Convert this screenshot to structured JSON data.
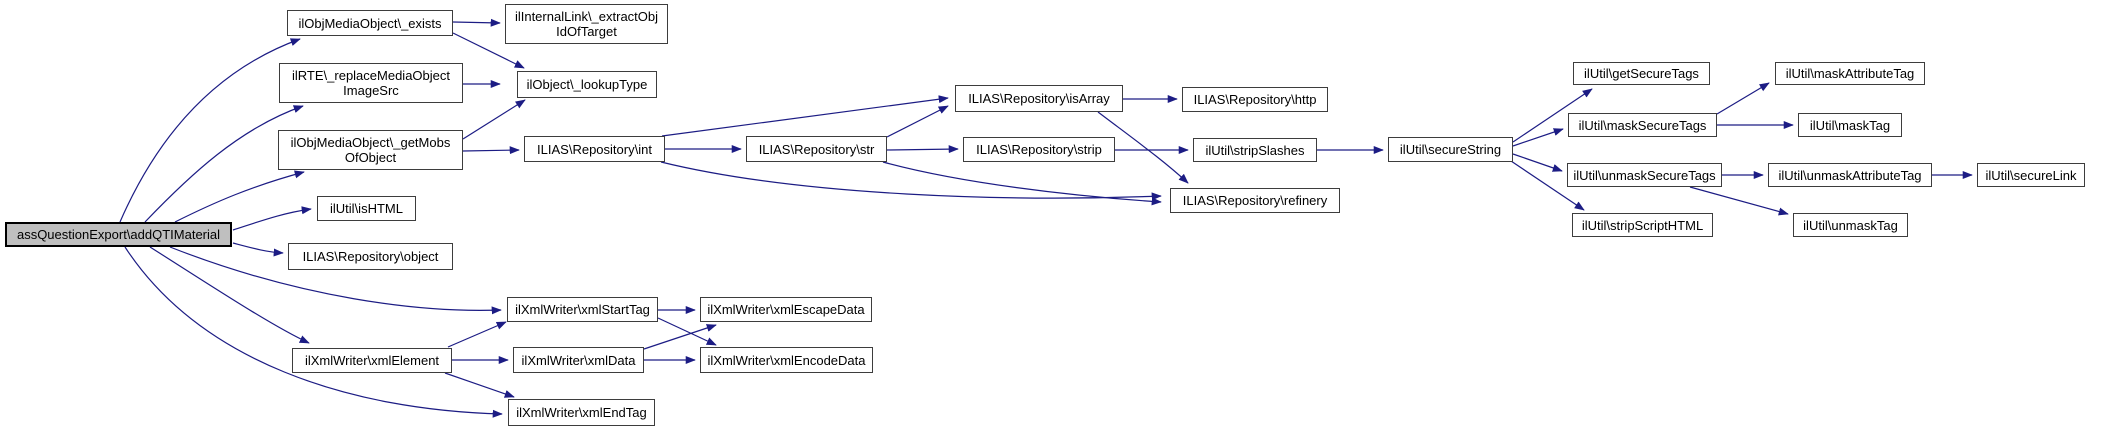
{
  "diagram": {
    "type": "call-graph",
    "colors": {
      "edge": "#1c1c84",
      "node_border": "#3d3d3d",
      "node_fill": "#ffffff",
      "root_fill": "#bfbfbf",
      "background": "#ffffff"
    },
    "nodes": {
      "root": {
        "label": "assQuestionExport\\addQTIMaterial"
      },
      "exists": {
        "label": "ilObjMediaObject\\_exists"
      },
      "replaceMediaObjectImageSrc": {
        "label": "ilRTE\\_replaceMediaObject",
        "label2": "ImageSrc"
      },
      "getMobsOfObject": {
        "label": "ilObjMediaObject\\_getMobs",
        "label2": "OfObject"
      },
      "isHtml": {
        "label": "ilUtil\\isHTML"
      },
      "object": {
        "label": "ILIAS\\Repository\\object"
      },
      "xmlElement": {
        "label": "ilXmlWriter\\xmlElement"
      },
      "xmlStartTag": {
        "label": "ilXmlWriter\\xmlStartTag"
      },
      "xmlData": {
        "label": "ilXmlWriter\\xmlData"
      },
      "xmlEndTag": {
        "label": "ilXmlWriter\\xmlEndTag"
      },
      "xmlEscapeData": {
        "label": "ilXmlWriter\\xmlEscapeData"
      },
      "xmlEncodeData": {
        "label": "ilXmlWriter\\xmlEncodeData"
      },
      "extractObjIdOfTarget": {
        "label": "ilInternalLink\\_extractObj",
        "label2": "IdOfTarget"
      },
      "lookupType": {
        "label": "ilObject\\_lookupType"
      },
      "int": {
        "label": "ILIAS\\Repository\\int"
      },
      "str": {
        "label": "ILIAS\\Repository\\str"
      },
      "isArray": {
        "label": "ILIAS\\Repository\\isArray"
      },
      "strip": {
        "label": "ILIAS\\Repository\\strip"
      },
      "http": {
        "label": "ILIAS\\Repository\\http"
      },
      "stripSlashes": {
        "label": "ilUtil\\stripSlashes"
      },
      "refinery": {
        "label": "ILIAS\\Repository\\refinery"
      },
      "secureString": {
        "label": "ilUtil\\secureString"
      },
      "getSecureTags": {
        "label": "ilUtil\\getSecureTags"
      },
      "maskSecureTags": {
        "label": "ilUtil\\maskSecureTags"
      },
      "unmaskSecureTags": {
        "label": "ilUtil\\unmaskSecureTags"
      },
      "stripScriptHTML": {
        "label": "ilUtil\\stripScriptHTML"
      },
      "maskAttributeTag": {
        "label": "ilUtil\\maskAttributeTag"
      },
      "maskTag": {
        "label": "ilUtil\\maskTag"
      },
      "unmaskAttributeTag": {
        "label": "ilUtil\\unmaskAttributeTag"
      },
      "unmaskTag": {
        "label": "ilUtil\\unmaskTag"
      },
      "secureLink": {
        "label": "ilUtil\\secureLink"
      }
    },
    "edges": [
      {
        "from": "root",
        "to": "exists"
      },
      {
        "from": "root",
        "to": "replaceMediaObjectImageSrc"
      },
      {
        "from": "root",
        "to": "getMobsOfObject"
      },
      {
        "from": "root",
        "to": "isHtml"
      },
      {
        "from": "root",
        "to": "object"
      },
      {
        "from": "root",
        "to": "xmlStartTag"
      },
      {
        "from": "root",
        "to": "xmlElement"
      },
      {
        "from": "root",
        "to": "xmlEndTag"
      },
      {
        "from": "exists",
        "to": "extractObjIdOfTarget"
      },
      {
        "from": "exists",
        "to": "lookupType"
      },
      {
        "from": "replaceMediaObjectImageSrc",
        "to": "lookupType"
      },
      {
        "from": "getMobsOfObject",
        "to": "lookupType"
      },
      {
        "from": "getMobsOfObject",
        "to": "int"
      },
      {
        "from": "int",
        "to": "str"
      },
      {
        "from": "int",
        "to": "isArray"
      },
      {
        "from": "int",
        "to": "refinery"
      },
      {
        "from": "str",
        "to": "isArray"
      },
      {
        "from": "str",
        "to": "strip"
      },
      {
        "from": "str",
        "to": "refinery"
      },
      {
        "from": "isArray",
        "to": "http"
      },
      {
        "from": "isArray",
        "to": "refinery"
      },
      {
        "from": "strip",
        "to": "stripSlashes"
      },
      {
        "from": "stripSlashes",
        "to": "secureString"
      },
      {
        "from": "secureString",
        "to": "getSecureTags"
      },
      {
        "from": "secureString",
        "to": "maskSecureTags"
      },
      {
        "from": "secureString",
        "to": "unmaskSecureTags"
      },
      {
        "from": "secureString",
        "to": "stripScriptHTML"
      },
      {
        "from": "maskSecureTags",
        "to": "maskAttributeTag"
      },
      {
        "from": "maskSecureTags",
        "to": "maskTag"
      },
      {
        "from": "unmaskSecureTags",
        "to": "unmaskAttributeTag"
      },
      {
        "from": "unmaskSecureTags",
        "to": "unmaskTag"
      },
      {
        "from": "unmaskAttributeTag",
        "to": "secureLink"
      },
      {
        "from": "xmlElement",
        "to": "xmlStartTag"
      },
      {
        "from": "xmlElement",
        "to": "xmlData"
      },
      {
        "from": "xmlElement",
        "to": "xmlEndTag"
      },
      {
        "from": "xmlStartTag",
        "to": "xmlEscapeData"
      },
      {
        "from": "xmlStartTag",
        "to": "xmlEncodeData"
      },
      {
        "from": "xmlData",
        "to": "xmlEscapeData"
      },
      {
        "from": "xmlData",
        "to": "xmlEncodeData"
      }
    ]
  }
}
